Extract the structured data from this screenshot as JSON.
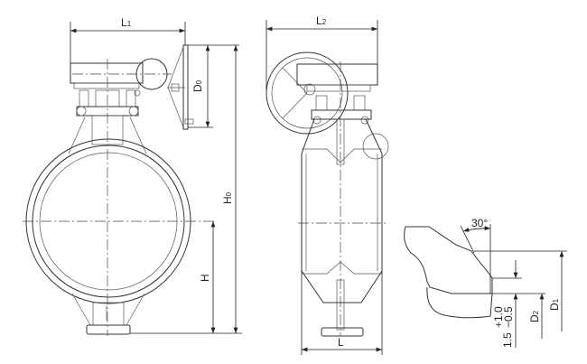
{
  "title": "Butterfly valve dimension drawing",
  "front_view": {
    "labels": {
      "L1_main": "L",
      "L1_sub": "1",
      "D0_main": "D",
      "D0_sub": "0",
      "H0_main": "H",
      "H0_sub": "0",
      "H": "H"
    }
  },
  "side_view": {
    "labels": {
      "L2_main": "L",
      "L2_sub": "2",
      "L": "L"
    }
  },
  "seat_detail": {
    "angle": "30°",
    "tolerance_base": "1.5",
    "tolerance_plus": "+1.0",
    "tolerance_minus": "−0.5",
    "D1_main": "D",
    "D1_sub": "1",
    "D2_main": "D",
    "D2_sub": "2"
  },
  "colors": {
    "line": "#333333",
    "background": "#ffffff"
  }
}
